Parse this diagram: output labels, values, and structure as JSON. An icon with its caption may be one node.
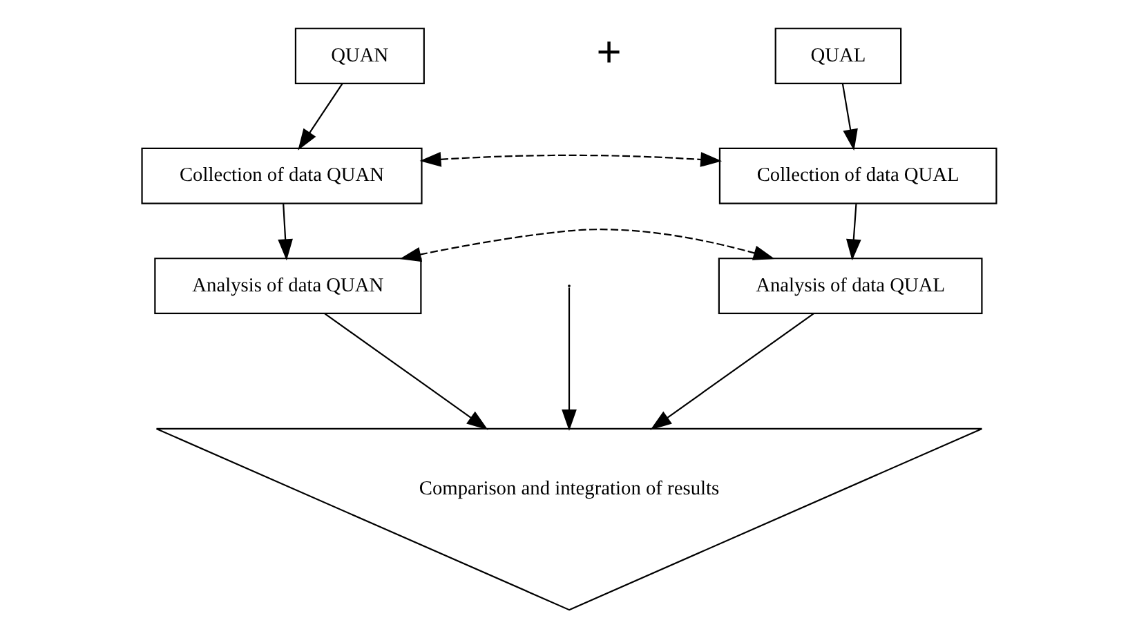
{
  "diagram": {
    "nodes": [
      {
        "text": [
          "QUAN"
        ]
      },
      {
        "text": [
          "QUAL"
        ]
      },
      {
        "text": [
          "Collection of data QUAN"
        ]
      },
      {
        "text": [
          "Collection of data QUAL"
        ]
      },
      {
        "text": [
          "Analysis of data QUAN"
        ]
      },
      {
        "text": [
          "Analysis of data QUAL"
        ]
      },
      {
        "text": [
          "Comparison and integration of results"
        ]
      }
    ],
    "edges": [
      {
        "from": 0,
        "to": 2,
        "arrow": "to"
      },
      {
        "from": 1,
        "to": 3,
        "arrow": "to"
      },
      {
        "from": 2,
        "to": 3,
        "arrow": "both",
        "style": "dashed"
      },
      {
        "from": 2,
        "to": 4,
        "arrow": "to"
      },
      {
        "from": 3,
        "to": 5,
        "arrow": "to"
      },
      {
        "from": 4,
        "to": 5,
        "arrow": "both",
        "style": "dashed"
      },
      {
        "from": 4,
        "to": 6,
        "arrow": "to"
      },
      {
        "from": null,
        "to": 6,
        "arrow": "to"
      },
      {
        "from": 5,
        "to": 6,
        "arrow": "to"
      }
    ],
    "labels": [
      "+"
    ]
  }
}
